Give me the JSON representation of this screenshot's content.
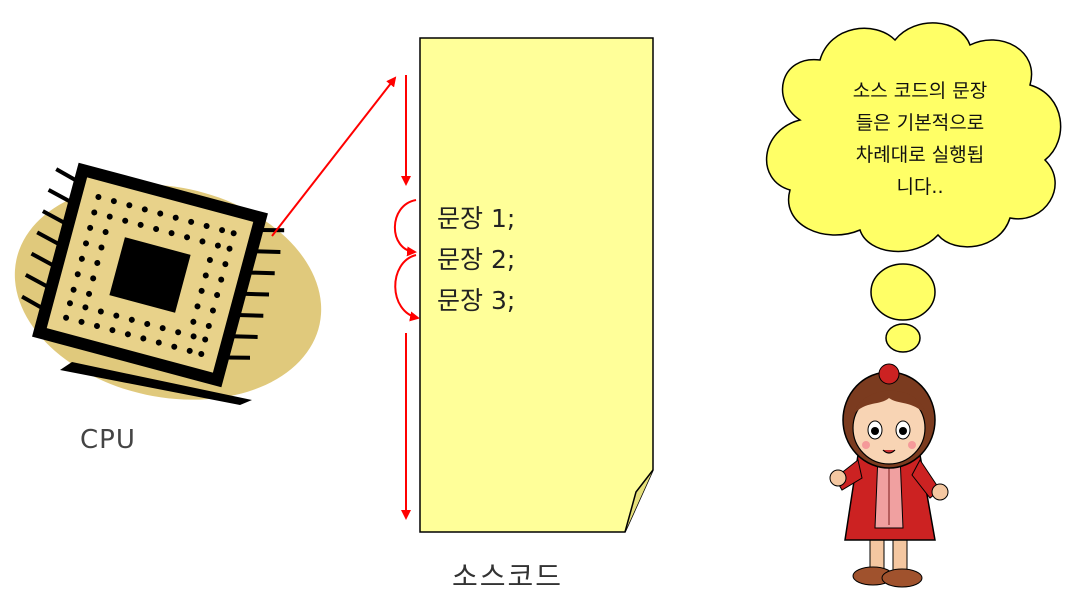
{
  "labels": {
    "cpu": "CPU",
    "source_code": "소스코드"
  },
  "source_document": {
    "statements": [
      "문장  1;",
      "문장  2;",
      "문장  3;"
    ]
  },
  "speech_bubble": {
    "lines": [
      "소스 코드의 문장",
      "들은 기본적으로",
      "차례대로 실행됩",
      "니다.."
    ]
  },
  "colors": {
    "arrow": "#ff0000",
    "document_fill": "#ffff99",
    "bubble_fill": "#ffff66",
    "cpu_backdrop": "#e0c97c"
  }
}
